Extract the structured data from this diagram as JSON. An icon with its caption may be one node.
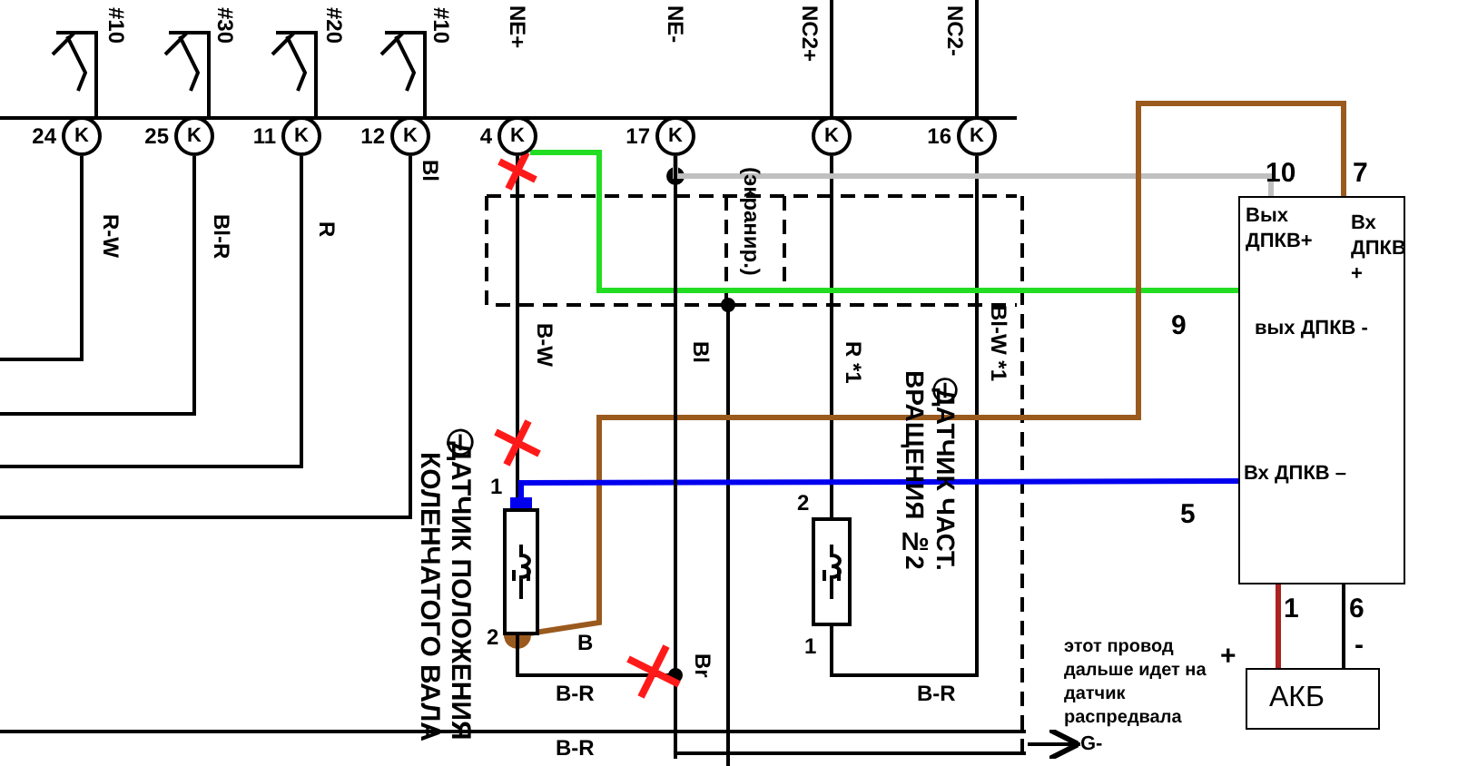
{
  "diagram": {
    "nodes": [
      {
        "text": [
          "K"
        ],
        "beside": [
          "24"
        ]
      },
      {
        "text": [
          "K"
        ],
        "beside": [
          "25"
        ]
      },
      {
        "text": [
          "K"
        ],
        "beside": [
          "11"
        ]
      },
      {
        "text": [
          "K"
        ],
        "beside": [
          "12"
        ]
      },
      {
        "text": [
          "K"
        ],
        "beside": [
          "4"
        ]
      },
      {
        "text": [
          "K"
        ],
        "beside": [
          "17"
        ]
      },
      {
        "text": [
          "K"
        ]
      },
      {
        "text": [
          "K"
        ],
        "beside": [
          "16"
        ]
      },
      {
        "text": [],
        "shape": "box",
        "beside": [
          "Ⓘ ДАТЧИК ПОЛОЖЕНИЯ КОЛЕНЧАТОГО ВАЛА"
        ]
      },
      {
        "text": [],
        "shape": "box",
        "beside": [
          "Ⓘ ДАТЧИК ЧАСТ. ВРАЩЕНИЯ №2"
        ]
      },
      {
        "text": [
          "Вых ДПКВ+",
          "Вх ДПКВ +",
          "вых ДПКВ -",
          "Вх ДПКВ –"
        ]
      },
      {
        "text": [
          "АКБ"
        ]
      },
      {
        "text": [
          "G-"
        ]
      }
    ],
    "edges": [
      {
        "from": 4,
        "to": 8,
        "arrow": "none"
      },
      {
        "from": 6,
        "to": 9,
        "arrow": "none"
      },
      {
        "from": 7,
        "to": 9,
        "arrow": "none"
      },
      {
        "from": 4,
        "to": 10,
        "arrow": "none",
        "color": "#22dd22"
      },
      {
        "from": 5,
        "to": 10,
        "arrow": "none",
        "color": "#c0c0c0"
      },
      {
        "from": 8,
        "to": 10,
        "arrow": "other",
        "color": "#9a5a1e"
      },
      {
        "from": 8,
        "to": 10,
        "arrow": "other",
        "color": "#0000ee"
      },
      {
        "from": 11,
        "to": 10,
        "arrow": "none",
        "color": "#aa2222"
      },
      {
        "from": 11,
        "to": 10,
        "arrow": "none"
      },
      {
        "from": null,
        "to": 12,
        "arrow": "to"
      },
      {
        "from": 5,
        "to": 8,
        "arrow": "none"
      }
    ],
    "labels": [
      "#10",
      "#30",
      "#20",
      "#10",
      "NE+",
      "NE-",
      "NC2+",
      "NC2-",
      "R-W",
      "Bl-R",
      "R",
      "Bl",
      "B-W",
      "(экранир.)",
      "Bl",
      "R *1",
      "Bl-W *1",
      "10",
      "7",
      "9",
      "1",
      "2",
      "5",
      "2",
      "B",
      "1",
      "Br",
      "B-R",
      "B-R",
      "B-R",
      "1",
      "6",
      "+",
      "-",
      "этот провод дальше идет на датчик распредвала"
    ]
  }
}
